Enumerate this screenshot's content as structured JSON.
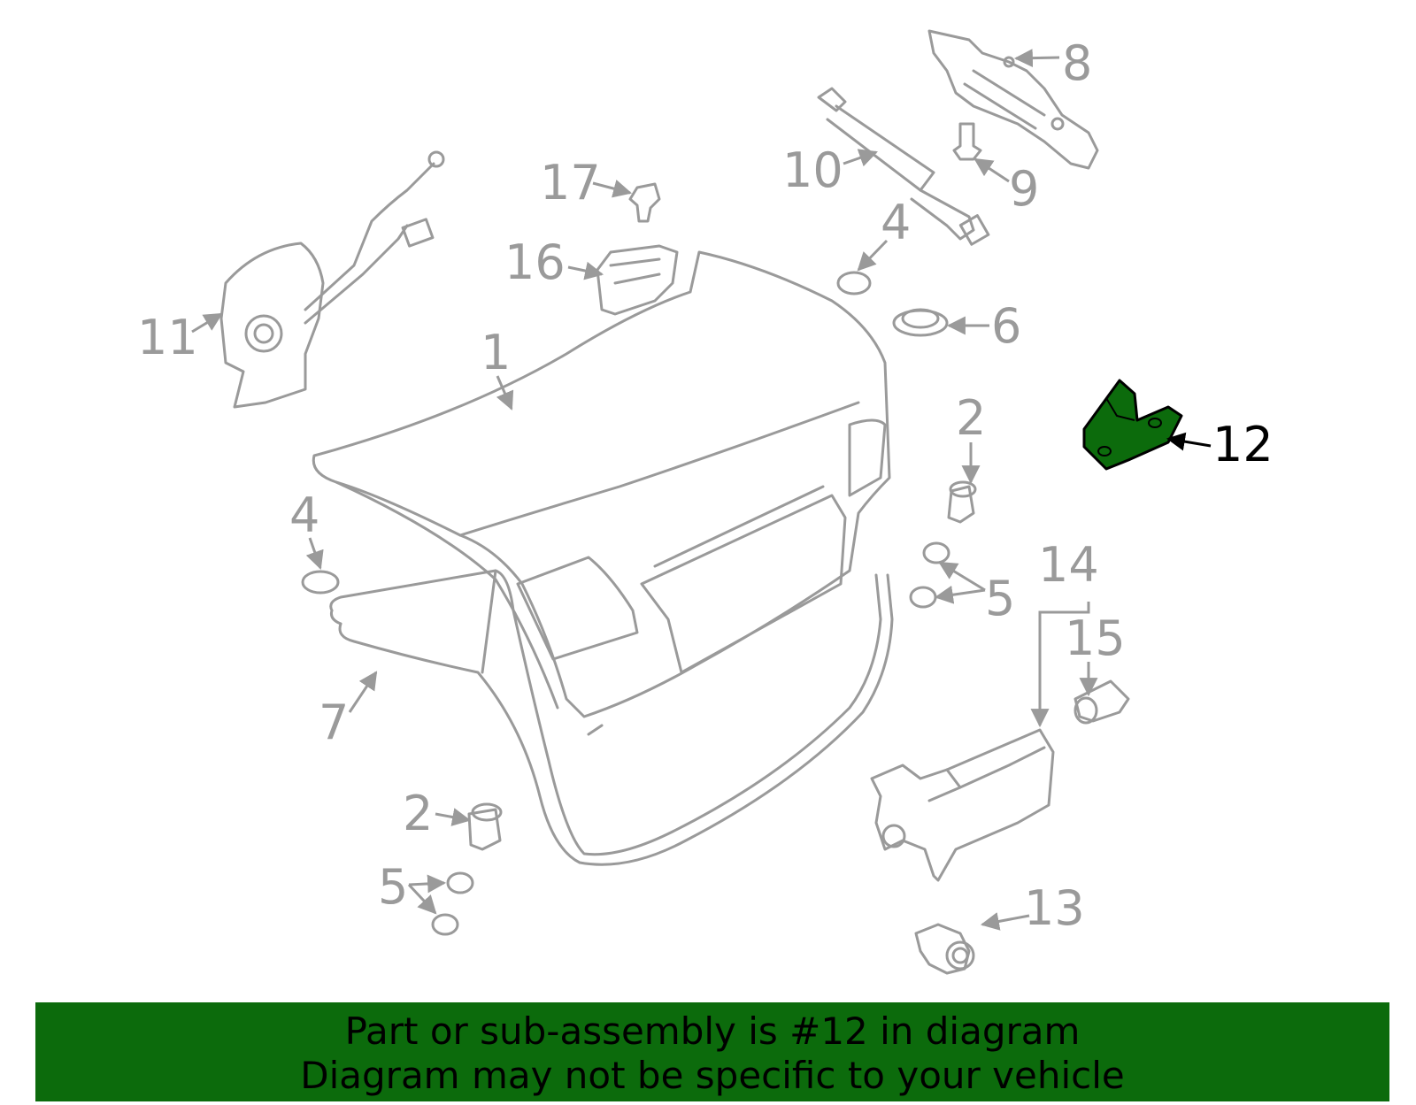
{
  "diagram": {
    "highlighted_part": "12",
    "colors": {
      "line": "#9a9a9a",
      "highlight_fill": "#0c6b0c",
      "highlight_stroke": "#000000"
    },
    "callouts": [
      {
        "id": "1",
        "label": "1"
      },
      {
        "id": "2a",
        "label": "2"
      },
      {
        "id": "2b",
        "label": "2"
      },
      {
        "id": "4a",
        "label": "4"
      },
      {
        "id": "4b",
        "label": "4"
      },
      {
        "id": "5a",
        "label": "5"
      },
      {
        "id": "5b",
        "label": "5"
      },
      {
        "id": "6",
        "label": "6"
      },
      {
        "id": "7",
        "label": "7"
      },
      {
        "id": "8",
        "label": "8"
      },
      {
        "id": "9",
        "label": "9"
      },
      {
        "id": "10",
        "label": "10"
      },
      {
        "id": "11",
        "label": "11"
      },
      {
        "id": "12",
        "label": "12"
      },
      {
        "id": "13",
        "label": "13"
      },
      {
        "id": "14",
        "label": "14"
      },
      {
        "id": "15",
        "label": "15"
      },
      {
        "id": "16",
        "label": "16"
      },
      {
        "id": "17",
        "label": "17"
      }
    ]
  },
  "banner": {
    "line1": "Part or sub-assembly is #12 in diagram",
    "line2": "Diagram may not be specific to your vehicle",
    "background_color": "#0c6b0c"
  }
}
